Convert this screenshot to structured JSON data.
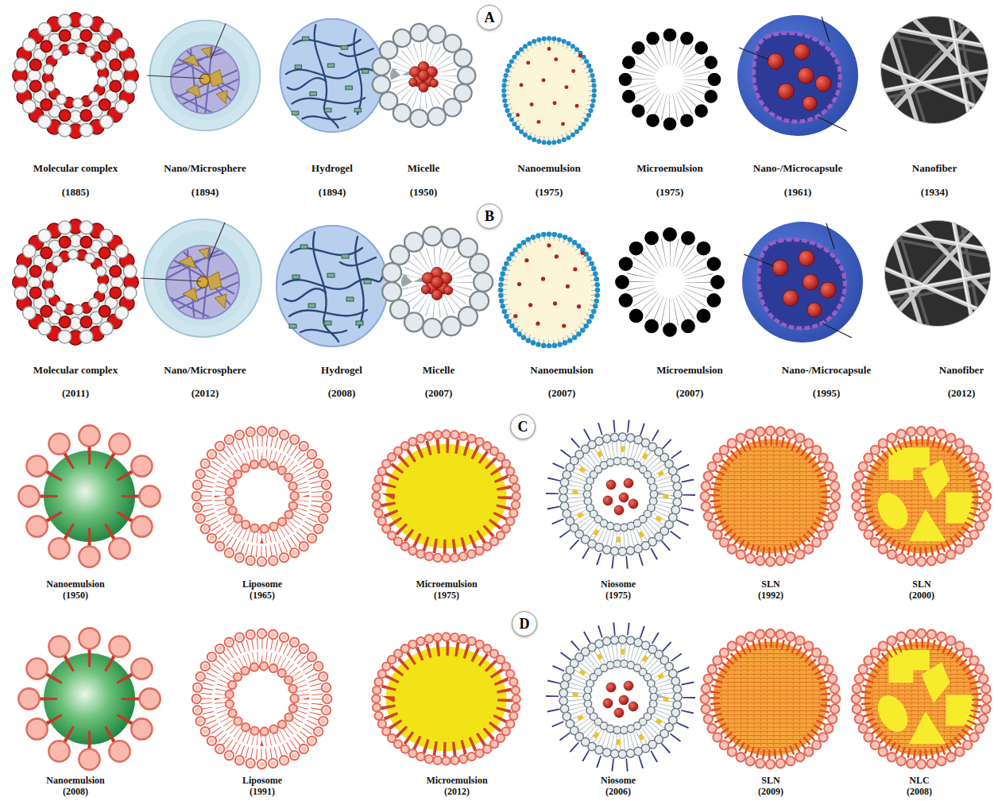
{
  "diagram": {
    "nodes": [
      {
        "text": [
          "A"
        ]
      },
      {
        "text": [
          "B"
        ]
      },
      {
        "text": [
          "C"
        ]
      },
      {
        "text": [
          "D"
        ]
      }
    ],
    "labels": [
      "Molecular complex",
      "(1885)",
      "Nano/Microsphere",
      "(1894)",
      "Hydrogel",
      "(1894)",
      "Micelle",
      "(1950)",
      "Nanoemulsion",
      "(1975)",
      "Microemulsion",
      "(1975)",
      "Nano-/Microcapsule",
      "(1961)",
      "Nanofiber",
      "(1934)",
      "Molecular complex",
      "(2011)",
      "Nano/Microsphere",
      "(2012)",
      "Hydrogel",
      "(2008)",
      "Micelle",
      "(2007)",
      "Nanoemulsion",
      "(2007)",
      "Microemulsion",
      "(2007)",
      "Nano-/Microcapsule",
      "(1995)",
      "Nanofiber",
      "(2012)",
      "Nanoemulsion",
      "(1950)",
      "Liposome",
      "(1965)",
      "Microemulsion",
      "(1975)",
      "Niosome",
      "(1975)",
      "SLN",
      "(1992)",
      "SLN",
      "(2000)",
      "Nanoemulsion",
      "(2008)",
      "Liposome",
      "(1991)",
      "Microemulsion",
      "(2012)",
      "Niosome",
      "(2006)",
      "SLN",
      "(2009)",
      "NLC",
      "(2008)"
    ]
  }
}
